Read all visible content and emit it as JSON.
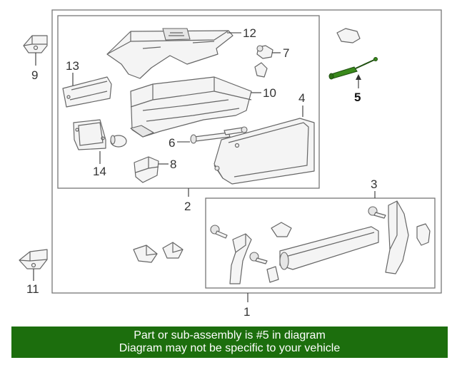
{
  "callouts": {
    "c1": "1",
    "c2": "2",
    "c3": "3",
    "c4": "4",
    "c5": "5",
    "c6": "6",
    "c7": "7",
    "c8": "8",
    "c9": "9",
    "c10": "10",
    "c11": "11",
    "c12": "12",
    "c13": "13",
    "c14": "14"
  },
  "highlighted_part": "5",
  "banner": {
    "line1": "Part or sub-assembly is #5 in diagram",
    "line2": "Diagram may not be specific to your vehicle"
  },
  "colors": {
    "highlight_part": "#3a8a1c",
    "banner_background": "#1c6e0d",
    "banner_text": "#ffffff",
    "outline": "#666666"
  }
}
